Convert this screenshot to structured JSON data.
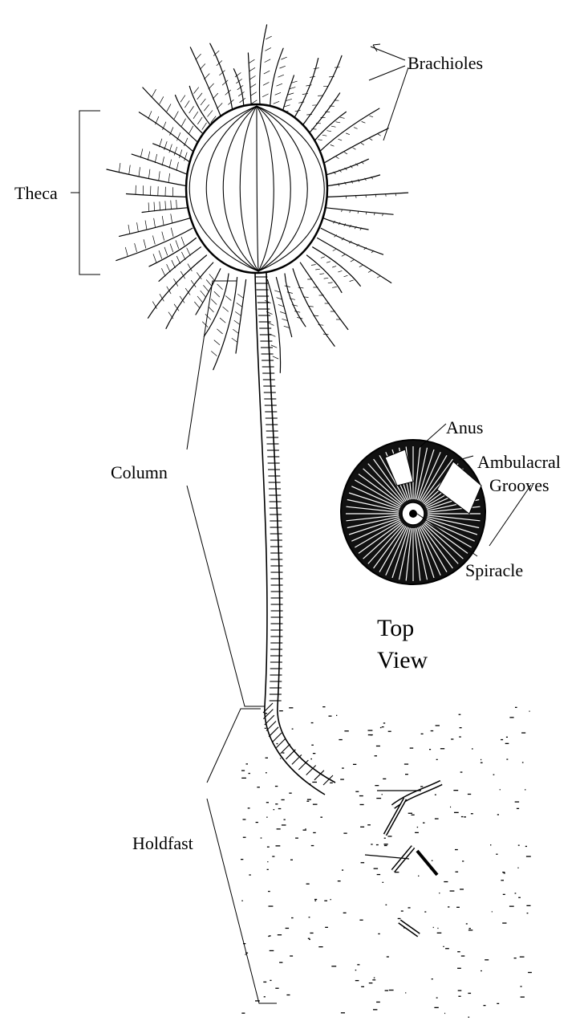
{
  "labels": {
    "brachioles": "Brachioles",
    "theca": "Theca",
    "column": "Column",
    "holdfast": "Holdfast",
    "anus": "Anus",
    "ambulacral": "Ambulacral",
    "grooves": "Grooves",
    "spiracle": "Spiracle",
    "top": "Top",
    "view": "View"
  }
}
